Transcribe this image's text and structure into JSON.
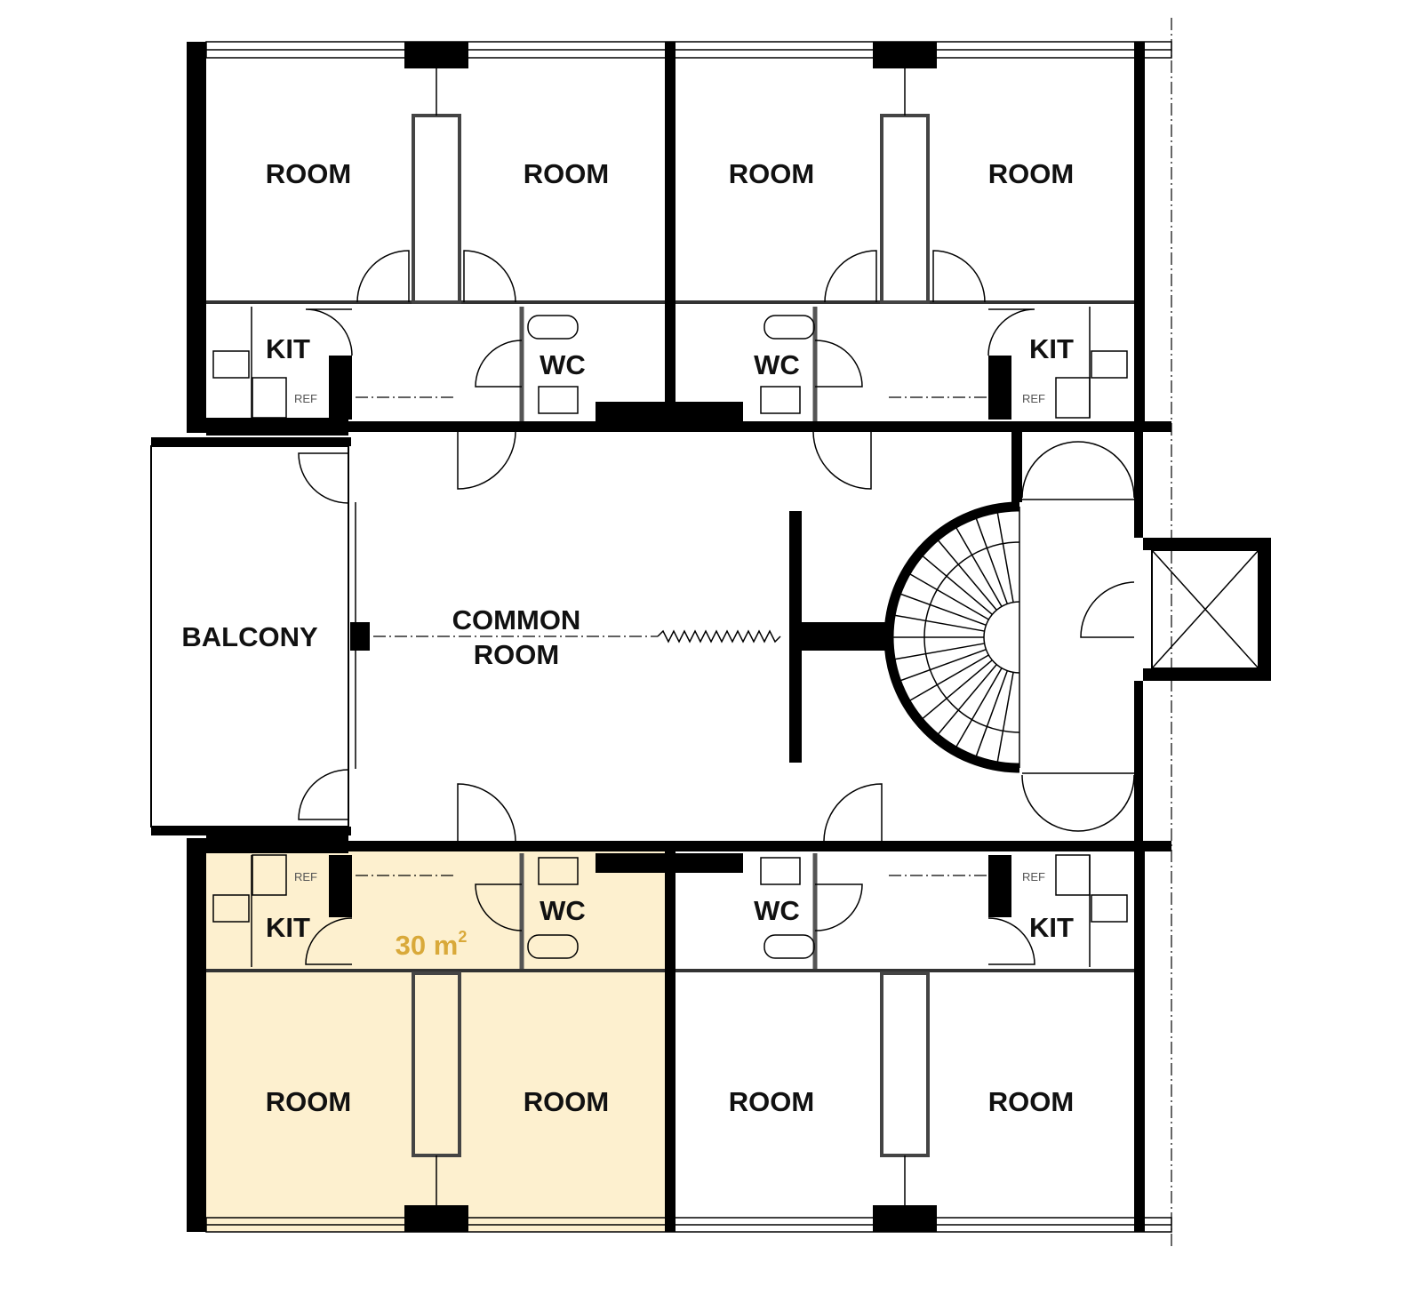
{
  "plan": {
    "highlight_color": "#fdf0cf",
    "highlight_area": "30 m",
    "highlight_area_sup": "2",
    "rooms_top": [
      "ROOM",
      "ROOM",
      "ROOM",
      "ROOM"
    ],
    "rooms_bottom": [
      "ROOM",
      "ROOM",
      "ROOM",
      "ROOM"
    ],
    "kit_label": "KIT",
    "wc_label": "WC",
    "ref_label": "REF",
    "balcony": "BALCONY",
    "common_room": [
      "COMMON",
      "ROOM"
    ]
  }
}
